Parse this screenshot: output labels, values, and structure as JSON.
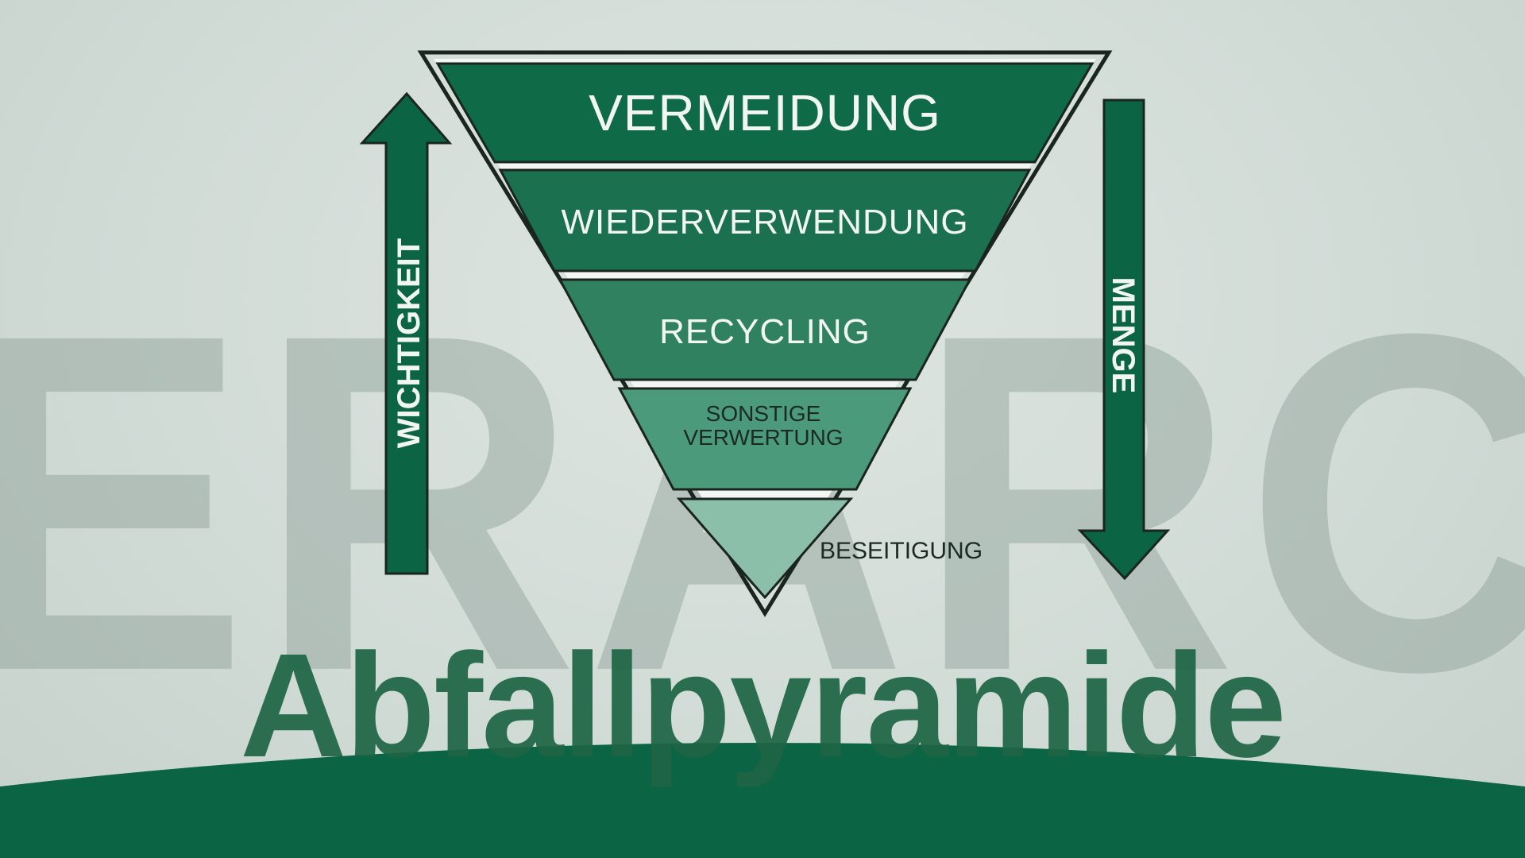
{
  "background_word": "ERARCH",
  "title": "Abfallpyramide",
  "tiers": [
    {
      "label": "VERMEIDUNG"
    },
    {
      "label": "WIEDERVERWENDUNG"
    },
    {
      "label": "RECYCLING"
    },
    {
      "label_line1": "SONSTIGE",
      "label_line2": "VERWERTUNG"
    },
    {
      "label": "BESEITIGUNG"
    }
  ],
  "arrows": {
    "left_label": "WICHTIGKEIT",
    "right_label": "MENGE"
  },
  "colors": {
    "dark_green": "#0b6443",
    "tier1": "#0f6a47",
    "tier2": "#1b7050",
    "tier3": "#2f8160",
    "tier4": "#4b9a7c",
    "tier5": "#8bbfaa",
    "background": "#d6dfda"
  }
}
